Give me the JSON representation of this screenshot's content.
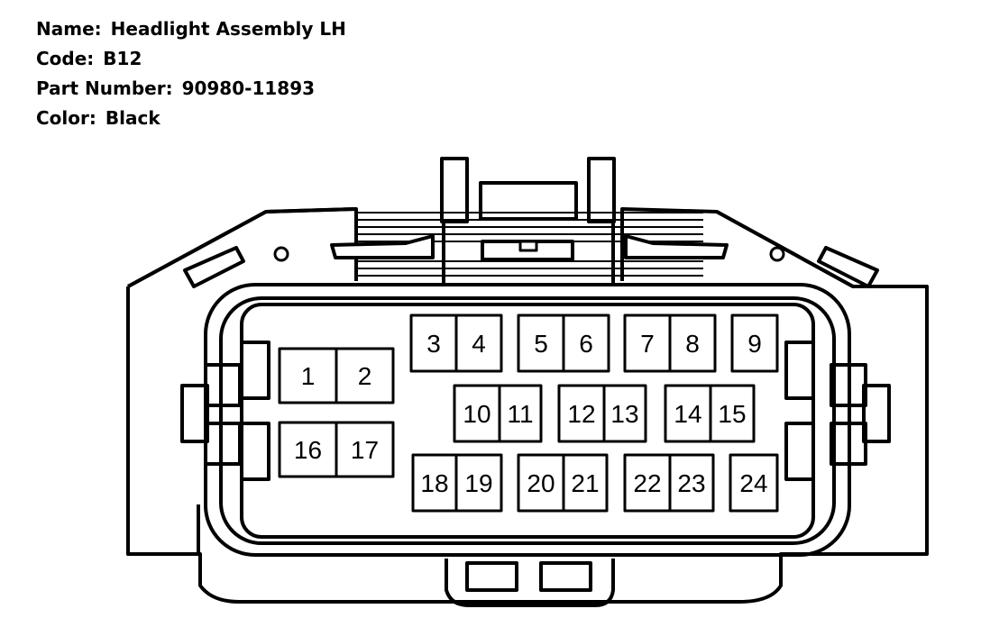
{
  "header": {
    "name_label": "Name:",
    "name_value": "Headlight Assembly LH",
    "code_label": "Code:",
    "code_value": "B12",
    "part_label": "Part Number:",
    "part_value": "90980-11893",
    "color_label": "Color:",
    "color_value": "Black"
  },
  "pins": [
    "1",
    "2",
    "3",
    "4",
    "5",
    "6",
    "7",
    "8",
    "9",
    "10",
    "11",
    "12",
    "13",
    "14",
    "15",
    "16",
    "17",
    "18",
    "19",
    "20",
    "21",
    "22",
    "23",
    "24"
  ]
}
